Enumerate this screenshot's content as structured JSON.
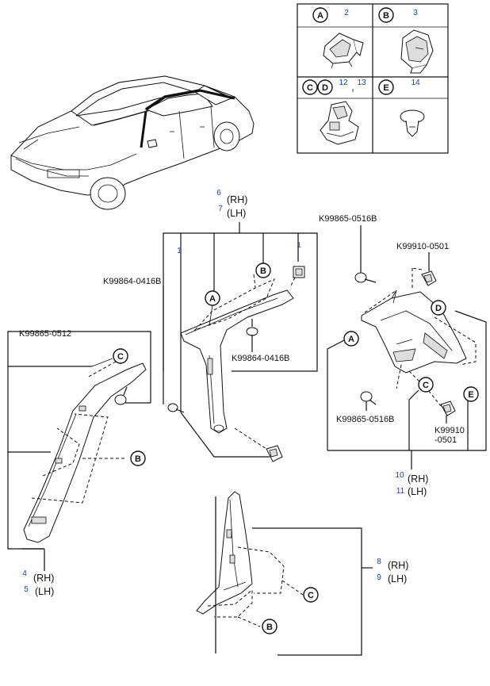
{
  "legend": {
    "a": {
      "letter": "A",
      "num": "2"
    },
    "b": {
      "letter": "B",
      "num": "3"
    },
    "cd": {
      "letter1": "C",
      "letter2": "D",
      "num1": "12",
      "num2": "13"
    },
    "e": {
      "letter": "E",
      "num": "14"
    }
  },
  "callouts": {
    "a": "A",
    "b": "B",
    "c": "C",
    "d": "D",
    "e": "E"
  },
  "center_group": {
    "num_rh": "6",
    "rh": "(RH)",
    "num_lh": "7",
    "lh": "(LH)",
    "num_left": "1",
    "num_right": "1",
    "part_screw_left": "K99864-0416B",
    "part_screw_mid": "K99864-0416B"
  },
  "left_group": {
    "part_screw": "K99865-0512",
    "num_rh": "4",
    "rh": "(RH)",
    "num_lh": "5",
    "lh": "(LH)"
  },
  "right_group": {
    "part_top_screw": "K99865-0516B",
    "part_top_clip": "K99910-0501",
    "part_bottom_screw": "K99865-0516B",
    "part_bottom_clip_1": "K99910",
    "part_bottom_clip_2": "-0501",
    "num_rh": "10",
    "rh": "(RH)",
    "num_lh": "11",
    "lh": "(LH)"
  },
  "bottom_group": {
    "num_rh": "8",
    "rh": "(RH)",
    "num_lh": "9",
    "lh": "(LH)"
  }
}
